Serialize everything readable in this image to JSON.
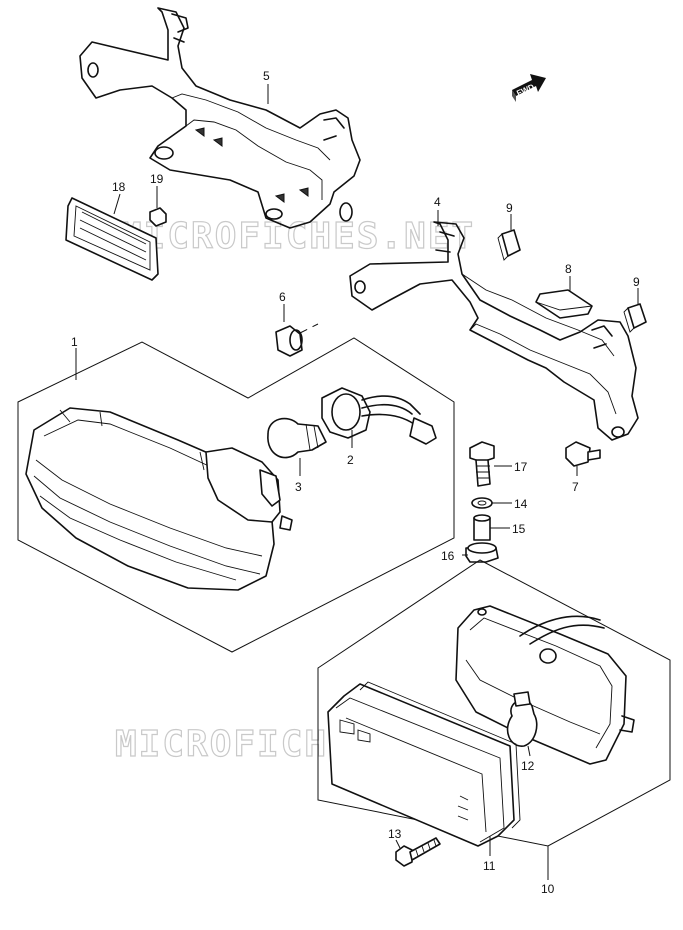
{
  "watermark": "MICROFICHES.NET",
  "fwd_label": "FWD",
  "callouts": {
    "c1": "1",
    "c2": "2",
    "c3": "3",
    "c4": "4",
    "c5": "5",
    "c6": "6",
    "c7": "7",
    "c8": "8",
    "c9a": "9",
    "c9b": "9",
    "c10": "10",
    "c11": "11",
    "c12": "12",
    "c13": "13",
    "c14": "14",
    "c15": "15",
    "c16": "16",
    "c17": "17",
    "c18": "18",
    "c19": "19"
  }
}
